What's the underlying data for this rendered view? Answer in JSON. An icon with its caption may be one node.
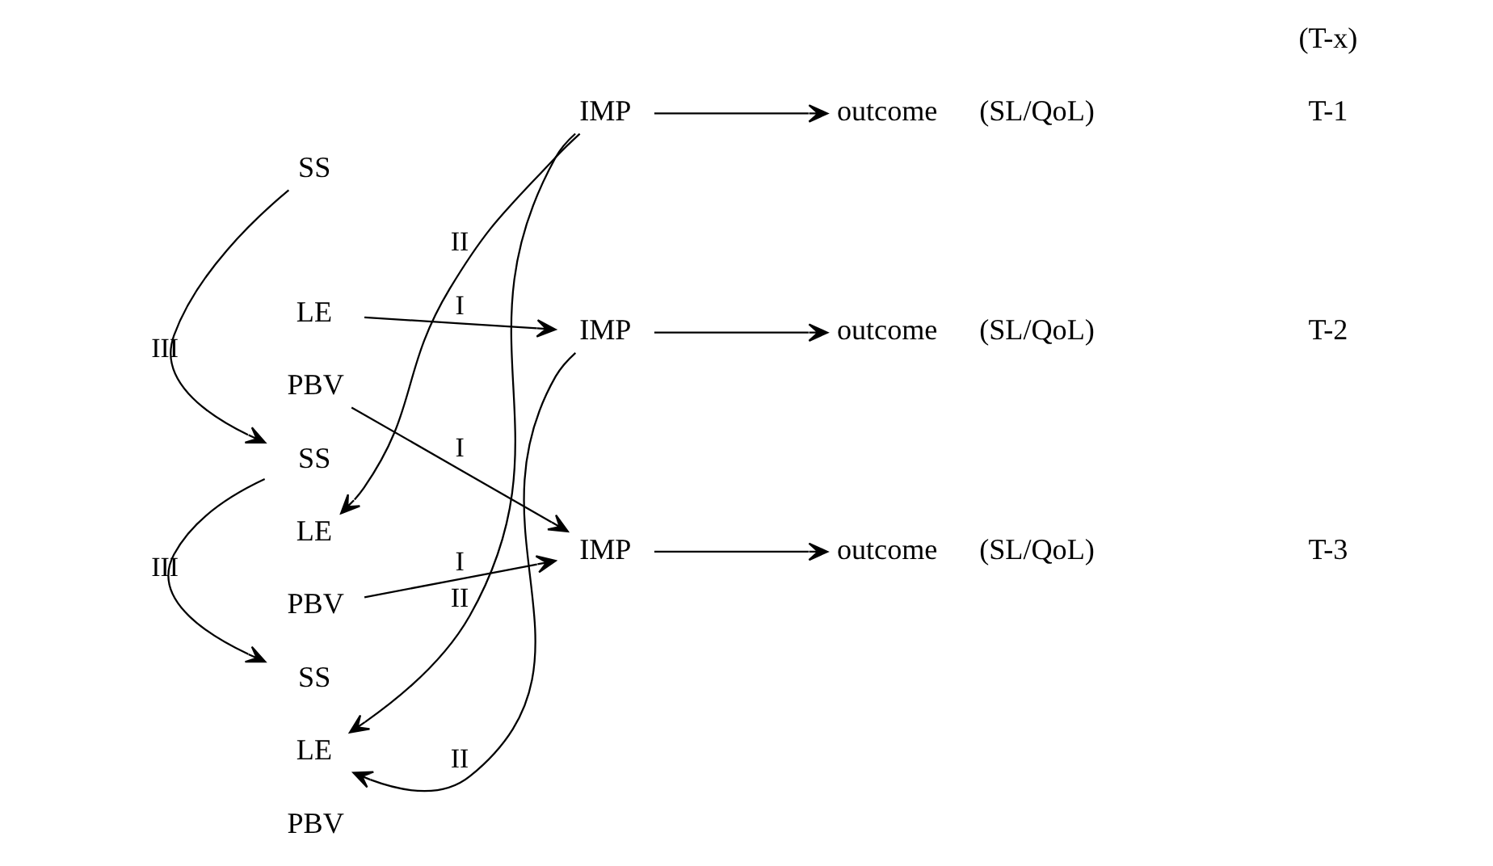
{
  "diagram": {
    "nodes": [
      {
        "text": [
          "SS"
        ]
      },
      {
        "text": [
          "LE"
        ]
      },
      {
        "text": [
          "PBV"
        ]
      },
      {
        "text": [
          "IMP"
        ]
      },
      {
        "text": [
          "outcome"
        ],
        "beside": [
          "(SL/QoL)"
        ]
      },
      {
        "text": [
          "SS"
        ]
      },
      {
        "text": [
          "LE"
        ]
      },
      {
        "text": [
          "PBV"
        ]
      },
      {
        "text": [
          "IMP"
        ]
      },
      {
        "text": [
          "outcome"
        ],
        "beside": [
          "(SL/QoL)"
        ]
      },
      {
        "text": [
          "SS"
        ]
      },
      {
        "text": [
          "LE"
        ]
      },
      {
        "text": [
          "PBV"
        ]
      },
      {
        "text": [
          "IMP"
        ]
      },
      {
        "text": [
          "outcome"
        ],
        "beside": [
          "(SL/QoL)"
        ]
      }
    ],
    "edges": [
      {
        "from": 0,
        "to": 5,
        "arrow": "to",
        "label": "III"
      },
      {
        "from": 5,
        "to": 10,
        "arrow": "to",
        "label": "III"
      },
      {
        "from": 1,
        "to": 8,
        "arrow": "to",
        "label": "I"
      },
      {
        "from": 2,
        "to": 13,
        "arrow": "to",
        "label": "I"
      },
      {
        "from": 3,
        "to": 6,
        "arrow": "to",
        "label": "II"
      },
      {
        "from": 3,
        "to": 11,
        "arrow": "to",
        "label": "II"
      },
      {
        "from": 8,
        "to": 11,
        "arrow": "to",
        "label": "II"
      },
      {
        "from": 7,
        "to": 13,
        "arrow": "to",
        "label": "I"
      },
      {
        "from": 3,
        "to": 4,
        "arrow": "to"
      },
      {
        "from": 8,
        "to": 9,
        "arrow": "to"
      },
      {
        "from": 13,
        "to": 14,
        "arrow": "to"
      }
    ],
    "labels": [
      "(T-x)",
      "T-1",
      "T-2",
      "T-3"
    ]
  }
}
